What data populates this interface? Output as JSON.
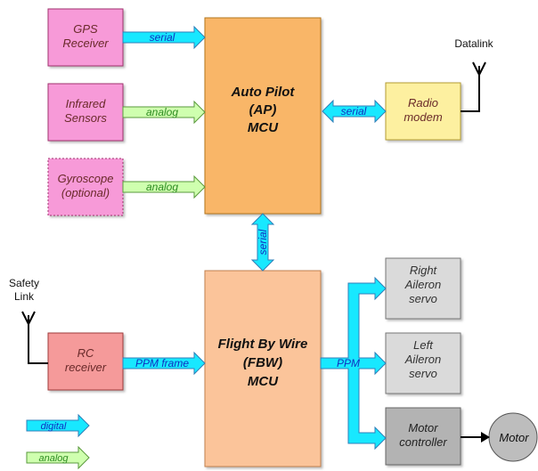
{
  "colors": {
    "gps": "#f79ad8",
    "sensor": "#f79ad8",
    "mcu_ap": "#f9b667",
    "mcu_fbw": "#fbc49a",
    "radio": "#fdf0a0",
    "rc": "#f59a9a",
    "servo": "#dadada",
    "motor_ctrl": "#b3b3b3",
    "motor": "#bdbdbd",
    "digital": "#18e8ff",
    "analog": "#cfffaf",
    "digital_text": "#1030c0",
    "analog_text": "#2e8b22",
    "box_text": "#6a2a2a"
  },
  "boxes": {
    "gps": [
      "GPS",
      "Receiver"
    ],
    "infrared": [
      "Infrared",
      "Sensors"
    ],
    "gyro": [
      "Gyroscope",
      "(optional)"
    ],
    "ap": [
      "Auto Pilot",
      "(AP)",
      "MCU"
    ],
    "radio": [
      "Radio",
      "modem"
    ],
    "rc": [
      "RC",
      "receiver"
    ],
    "fbw": [
      "Flight By Wire",
      "(FBW)",
      "MCU"
    ],
    "right_servo": [
      "Right",
      "Aileron",
      "servo"
    ],
    "left_servo": [
      "Left",
      "Aileron",
      "servo"
    ],
    "motor_ctrl": [
      "Motor",
      "controller"
    ],
    "motor": "Motor"
  },
  "arrows": {
    "gps_serial": "serial",
    "infrared_analog": "analog",
    "gyro_analog": "analog",
    "radio_serial": "serial",
    "ap_fbw_serial": "serial",
    "rc_ppm": "PPM frame",
    "fbw_ppm": "PPM"
  },
  "antennas": {
    "datalink": "Datalink",
    "safety": [
      "Safety",
      "Link"
    ]
  },
  "legend": {
    "digital": "digital",
    "analog": "analog"
  }
}
